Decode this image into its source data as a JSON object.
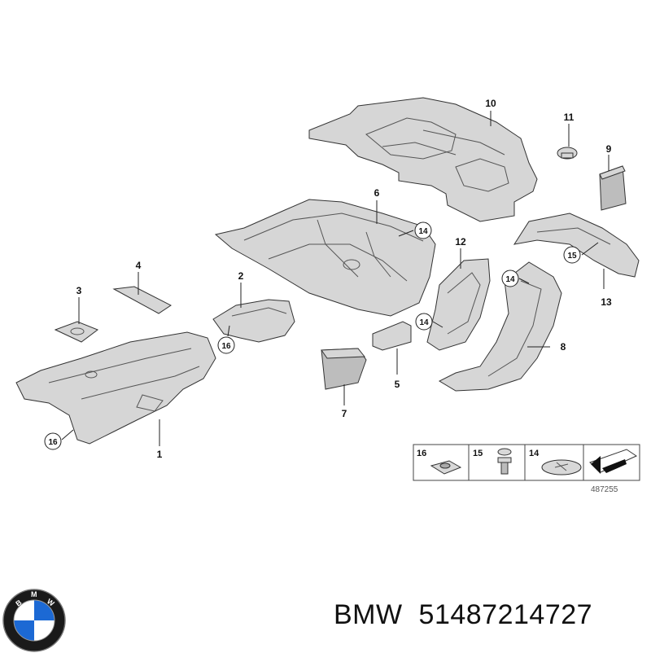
{
  "callouts": [
    {
      "n": "1"
    },
    {
      "n": "2"
    },
    {
      "n": "3"
    },
    {
      "n": "4"
    },
    {
      "n": "5"
    },
    {
      "n": "6"
    },
    {
      "n": "7"
    },
    {
      "n": "8"
    },
    {
      "n": "9"
    },
    {
      "n": "10"
    },
    {
      "n": "11"
    },
    {
      "n": "12"
    },
    {
      "n": "13"
    }
  ],
  "ring_callouts": [
    "14",
    "15",
    "16"
  ],
  "fastener_table": {
    "cells": [
      "16",
      "15",
      "14"
    ],
    "image_number": "487255"
  },
  "brand": {
    "name": "BMW",
    "part_number": "51487214727",
    "logo_letters": [
      "B",
      "M",
      "W"
    ],
    "logo_colors": {
      "ring": "#1a1a1a",
      "blue": "#1c69d4",
      "white": "#ffffff"
    }
  }
}
